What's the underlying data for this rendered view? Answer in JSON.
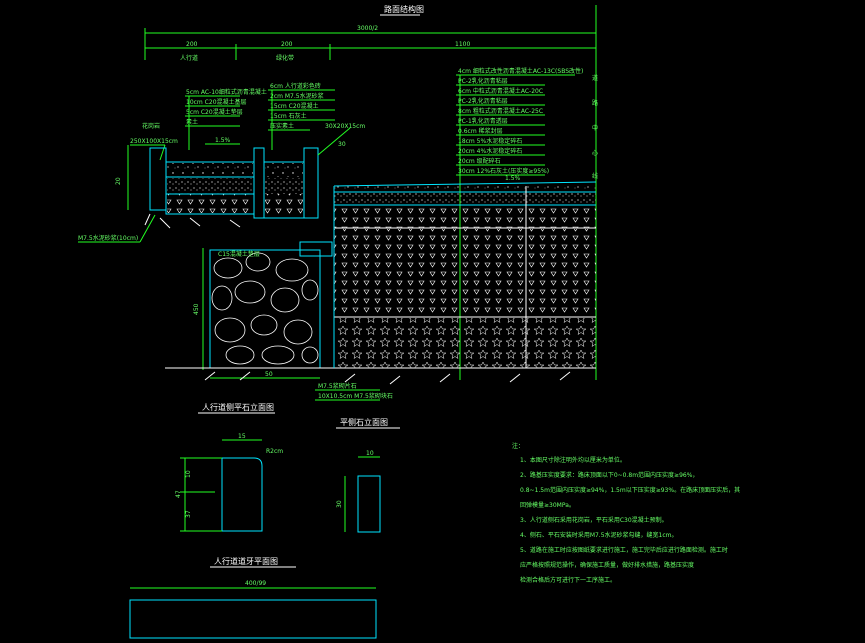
{
  "drawing": {
    "main_title": "路面结构图",
    "curb_elev_title": "人行道侧平石立面图",
    "flat_stone_title": "平侧石立面图",
    "sidewalk_plan_title": "人行道道牙平面图"
  },
  "dims": {
    "top_total": "3000/2",
    "seg_a": "200",
    "seg_a_sub": "人行道",
    "seg_b": "200",
    "seg_b_sub": "绿化带",
    "seg_c": "1100",
    "slope_left": "1.5%",
    "slope_right": "1.5%",
    "curb_label": "花岗岩",
    "curb_size": "250X100X15cm",
    "curb_height": "20",
    "granite_label": "30X20X15cm",
    "right_stone_w": "30",
    "left_mortar": "M7.5水泥砂浆(10cm)",
    "bottom_width": "50",
    "left_height": "450",
    "base_mortar_1": "M7.5浆砌片石",
    "base_mortar_2": "10X10.5cm M7.5浆砌块石",
    "gravel_label": "C15混凝土垫层",
    "elev_w": "15",
    "elev_r": "R2cm",
    "elev_h_total": "47",
    "elev_h_a": "10",
    "elev_h_b": "37",
    "flat_w": "10",
    "flat_h": "30",
    "plan_len": "400/99"
  },
  "layers_left": [
    "5cm AC-10细粒式沥青混凝土",
    "10cm C20混凝土基层",
    "5cm C20混凝土垫层",
    "素土"
  ],
  "layers_mid": [
    "6cm 人行道彩色砖",
    "2cm M7.5水泥砂浆",
    "15cm C20混凝土",
    "15cm 石灰土",
    "压实素土"
  ],
  "layers_right": [
    "4cm 细粒式改性沥青混凝土AC-13C(SBS改性)",
    "PC-2乳化沥青粘层",
    "6cm 中粒式沥青混凝土AC-20C",
    "PC-2乳化沥青粘层",
    "8cm 粗粒式沥青混凝土AC-25C",
    "PC-1乳化沥青透层",
    "0.6cm 稀浆封层",
    "18cm 5%水泥稳定碎石",
    "20cm 4%水泥稳定碎石",
    "20cm 级配碎石",
    "30cm 12%石灰土(压实度≥95%)"
  ],
  "center_axis": [
    "道",
    "路",
    "中",
    "心",
    "线"
  ],
  "notes": {
    "heading": "注：",
    "items": [
      "1、本图尺寸除注明外均以厘米为单位。",
      "2、路基压实度要求：路床顶面以下0~0.8m范围内压实度≥96%，",
      "   0.8~1.5m范围内压实度≥94%，1.5m以下压实度≥93%。在路床顶面压实后，其",
      "   回弹模量≥30MPa。",
      "3、人行道侧石采用花岗岩，平石采用C30混凝土预制。",
      "4、侧石、平石安装时采用M7.5水泥砂浆勾缝，缝宽1cm。",
      "5、道路在施工时应按图纸要求进行施工，施工完毕后应进行路面检测。施工时",
      "   应严格按照规范操作，确保施工质量，做好排水措施，路基压实度",
      "   检测合格后方可进行下一工序施工。"
    ]
  }
}
